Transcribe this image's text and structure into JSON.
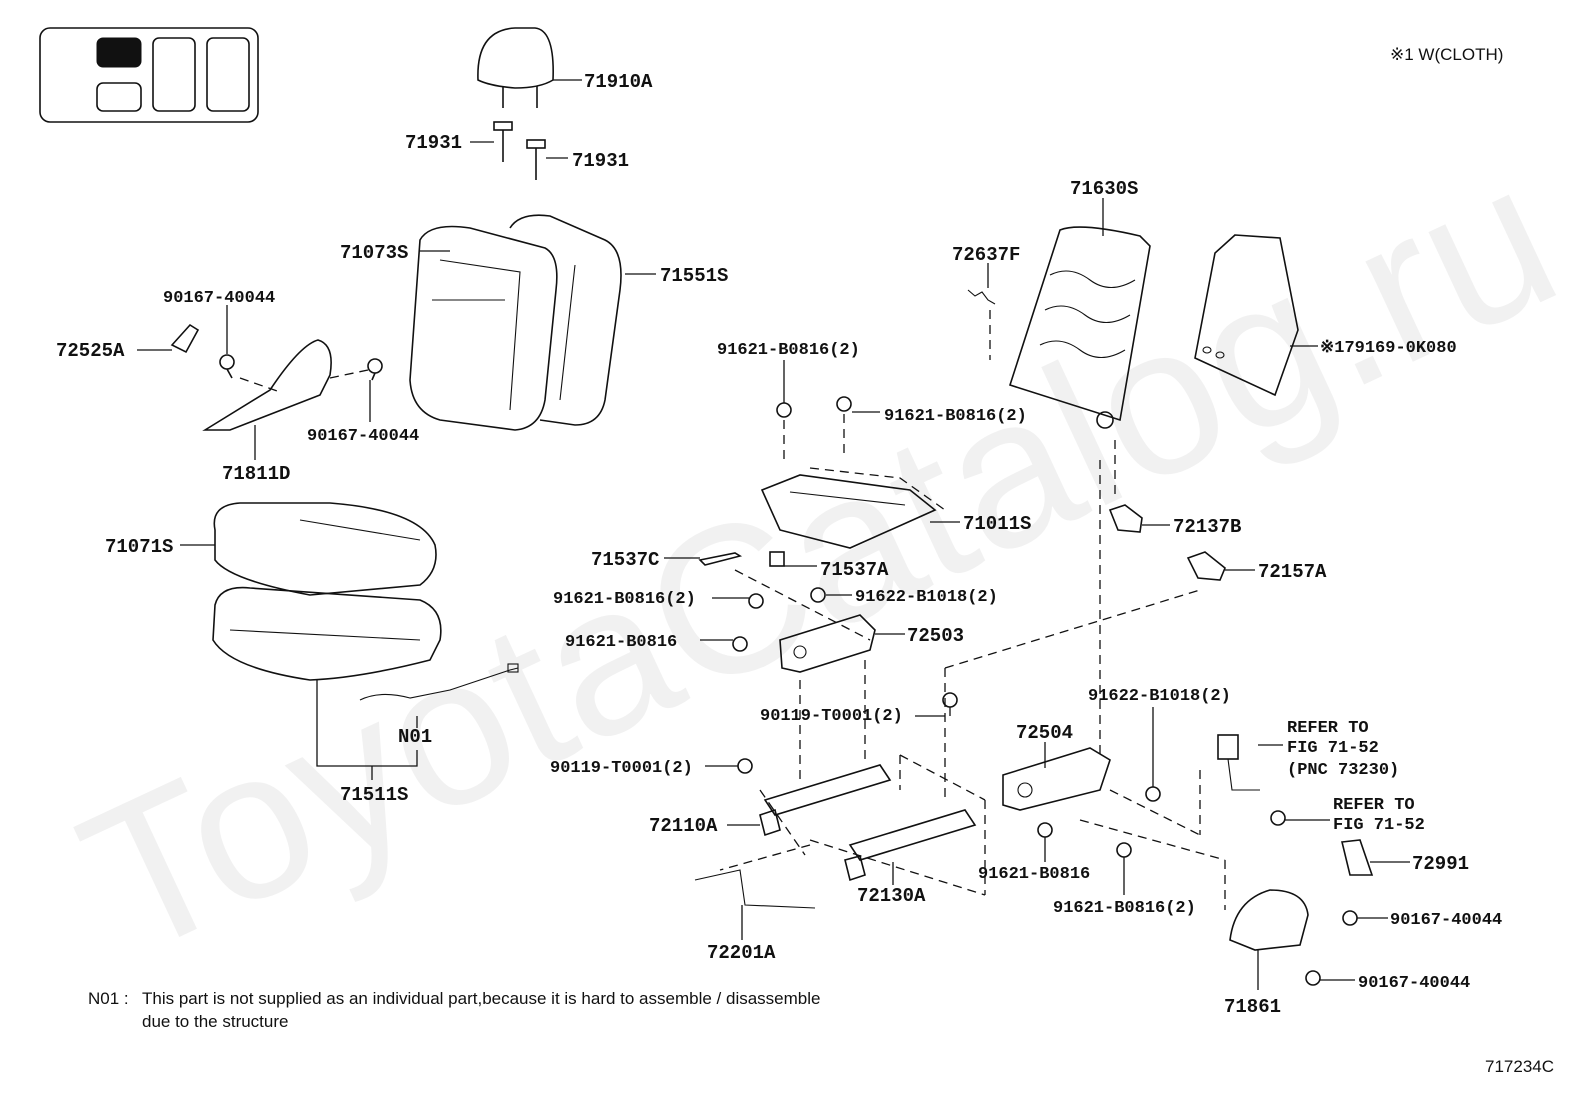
{
  "watermark": "ToyotaCatalog.ru",
  "header_note": "※1 W(CLOTH)",
  "figure_code": "717234C",
  "footnote": {
    "code": "N01 :",
    "line1": "This part is not supplied as an individual part,because it is hard to assemble / disassemble",
    "line2": "due to the structure"
  },
  "refer1": {
    "line1": "REFER TO",
    "line2": "FIG 71-52",
    "line3": "(PNC 73230)"
  },
  "refer2": {
    "line1": "REFER TO",
    "line2": "FIG 71-52"
  },
  "parts": {
    "p71910A": "71910A",
    "p71931a": "71931",
    "p71931b": "71931",
    "p71073S": "71073S",
    "p71551S": "71551S",
    "p90167a": "90167-40044",
    "p72525A": "72525A",
    "p90167b": "90167-40044",
    "p71811D": "71811D",
    "p71071S": "71071S",
    "pN01": "N01",
    "p71511S": "71511S",
    "p71630S": "71630S",
    "p72637F": "72637F",
    "p179169": "※179169-0K080",
    "p91621a": "91621-B0816(2)",
    "p91621b": "91621-B0816(2)",
    "p71011S": "71011S",
    "p72137B": "72137B",
    "p71537C": "71537C",
    "p71537A": "71537A",
    "p72157A": "72157A",
    "p91621c": "91621-B0816(2)",
    "p91622a": "91622-B1018(2)",
    "p91621d": "91621-B0816",
    "p72503": "72503",
    "p90119a": "90119-T0001(2)",
    "p91622b": "91622-B1018(2)",
    "p72504": "72504",
    "p90119b": "90119-T0001(2)",
    "p72110A": "72110A",
    "p72130A": "72130A",
    "p91621e": "91621-B0816",
    "p91621f": "91621-B0816(2)",
    "p72991": "72991",
    "p90167c": "90167-40044",
    "p90167d": "90167-40044",
    "p71861": "71861",
    "p72201A": "72201A"
  }
}
